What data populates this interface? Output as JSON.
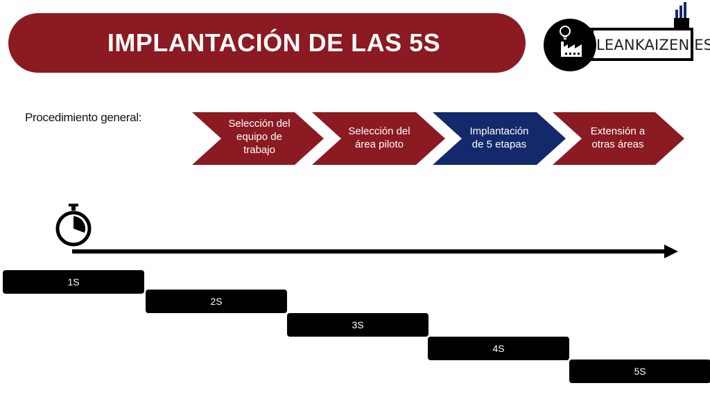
{
  "header": {
    "title": "IMPLANTACIÓN  DE LAS 5S",
    "logo_text": "LEANKAIZEN.ES",
    "accent_color": "#8b1a22",
    "highlight_color": "#14296b"
  },
  "procedure": {
    "label": "Procedimiento general:",
    "steps": [
      {
        "line1": "Selección del",
        "line2": "equipo de",
        "line3": "trabajo",
        "color": "#8b1a22"
      },
      {
        "line1": "Selección del",
        "line2": "área piloto",
        "line3": "",
        "color": "#8b1a22"
      },
      {
        "line1": "Implantación",
        "line2": "de 5 etapas",
        "line3": "",
        "color": "#14296b"
      },
      {
        "line1": "Extensión a",
        "line2": "otras áreas",
        "line3": "",
        "color": "#8b1a22"
      }
    ]
  },
  "timeline": {
    "icon": "stopwatch-icon",
    "stages": [
      {
        "label": "1S"
      },
      {
        "label": "2S"
      },
      {
        "label": "3S"
      },
      {
        "label": "4S"
      },
      {
        "label": "5S"
      }
    ]
  }
}
